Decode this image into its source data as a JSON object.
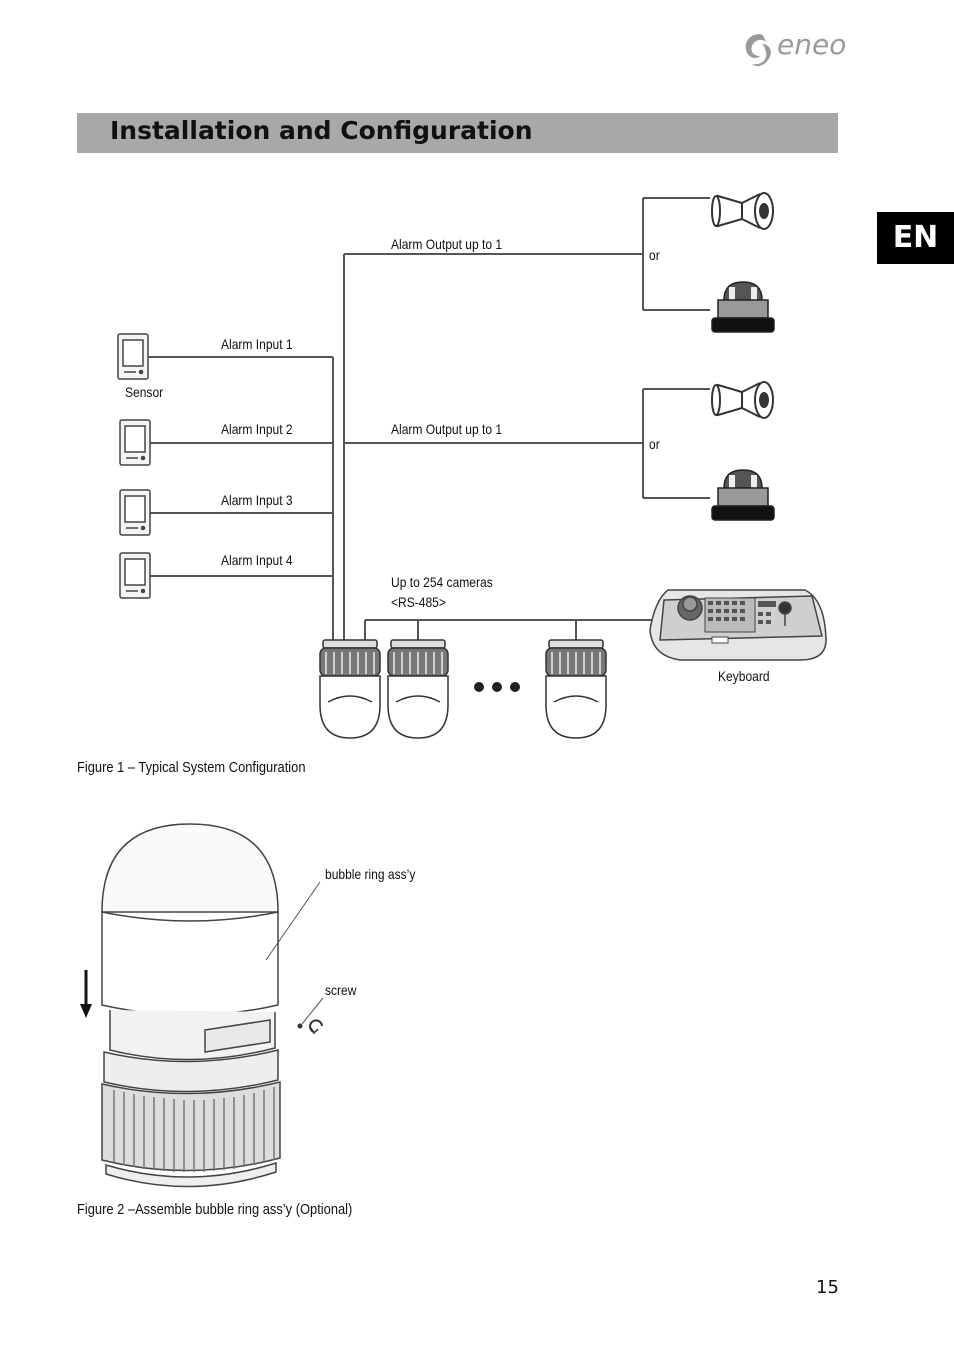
{
  "brand": {
    "logo_text": "eneo",
    "logo_icon": "eneo-swirl-icon"
  },
  "header": {
    "title": "Installation and Configuration"
  },
  "lang_tab": "EN",
  "figure1": {
    "labels": {
      "alarm_output_1": "Alarm Output up to 1",
      "alarm_output_2": "Alarm Output up to 1",
      "or_1": "or",
      "or_2": "or",
      "alarm_input_1": "Alarm Input 1",
      "alarm_input_2": "Alarm Input 2",
      "alarm_input_3": "Alarm Input 3",
      "alarm_input_4": "Alarm Input 4",
      "sensor": "Sensor",
      "cameras_line1": "Up to 254 cameras",
      "cameras_line2": "<RS-485>",
      "keyboard": "Keyboard"
    },
    "caption": "Figure 1 – Typical System Configuration"
  },
  "figure2": {
    "labels": {
      "bubble_ring": "bubble ring ass’y",
      "screw": "screw"
    },
    "caption": "Figure 2 –Assemble bubble ring ass’y (Optional)"
  },
  "page_number": "15"
}
